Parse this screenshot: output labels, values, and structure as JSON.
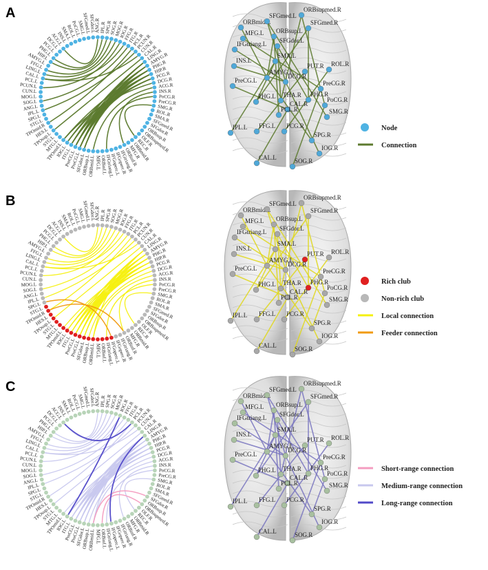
{
  "ring_regions": [
    "ANG.R",
    "IPL.R",
    "SPG.R",
    "SOG.R",
    "MOG.R",
    "IOG.R",
    "FFG.R",
    "ITG.R",
    "PCL.R",
    "PCUN.R",
    "CUN.R",
    "CAL.R",
    "LING.R",
    "AMYG.R",
    "PHG.R",
    "HIP.R",
    "PCG.R",
    "DCG.R",
    "ACG.R",
    "INS.R",
    "PoCG.R",
    "PreCG.R",
    "SMG.R",
    "ROL.R",
    "SMA.R",
    "SFGmed.R",
    "SFGdor.R",
    "ORBsup.R",
    "ORBsupmed.R",
    "OLF.R",
    "REC.R",
    "ORBmid.R",
    "MFG.R",
    "ORBinf.R",
    "IFGtriang.R",
    "IFGoperc.R",
    "IFGoperc.L",
    "IFGtriang.L",
    "ORBinf.L",
    "MFG.L",
    "ORBmid.L",
    "ORBsup.L",
    "SFGdor.L",
    "PreCG.L",
    "PreCG.L",
    "ITG.L",
    "IOG.L",
    "TPOmid.L",
    "MTG.L",
    "STG.L",
    "TPOsup.L",
    "HES.L",
    "TPOmid.R",
    "STG.L",
    "SPG.L",
    "IPL.L",
    "ANG.L",
    "SOG.L",
    "MOG.L",
    "CUN.L",
    "PCUN.L",
    "PCL.L",
    "CAL.L",
    "LING.L",
    "FFG.L",
    "AMYG.L",
    "HIP.L",
    "PHG.L",
    "PCG.L",
    "DCG.L",
    "ACG.L",
    "INS.L",
    "SMA.L",
    "ROL.L",
    "PoCG.L",
    "SMG.L",
    "SFGmed.L",
    "SFGdor.L"
  ],
  "brain_labels": [
    "ORBmid.L",
    "MFG.L",
    "IFGtriang.L",
    "ORBsup.L",
    "SFGdor.L",
    "SFGmed.L",
    "ORBsupmed.R",
    "SFGmed.R",
    "INS.L",
    "SMA.L",
    "PUT.R",
    "ROL.R",
    "PreCG.L",
    "AMYG.L",
    "DCG.R",
    "PreCG.R",
    "PHG.R",
    "PHG.L",
    "THA.R",
    "CAL.R",
    "PoCG.R",
    "PCL.R",
    "SMG.R",
    "IPL.L",
    "FFG.L",
    "PCG.R",
    "SPG.R",
    "IOG.R",
    "CAL.L",
    "SOG.R"
  ],
  "panels": [
    {
      "letter": "A",
      "legend": [
        {
          "label": "Node",
          "kind": "dot",
          "color": "#4fb3e3"
        },
        {
          "label": "Connection",
          "kind": "line",
          "color": "#5c7a2e"
        }
      ]
    },
    {
      "letter": "B",
      "legend": [
        {
          "label": "Rich club",
          "kind": "dot",
          "color": "#e02020"
        },
        {
          "label": "Non-rich club",
          "kind": "dot",
          "color": "#b8b8b8"
        },
        {
          "label": "Local connection",
          "kind": "line",
          "color": "#f5f010"
        },
        {
          "label": "Feeder connection",
          "kind": "line",
          "color": "#f09a10"
        }
      ]
    },
    {
      "letter": "C",
      "legend": [
        {
          "label": "Short-range connection",
          "kind": "line",
          "color": "#f49cc0"
        },
        {
          "label": "Medium-range connection",
          "kind": "line",
          "color": "#c8c8ee"
        },
        {
          "label": "Long-range connection",
          "kind": "line",
          "color": "#5048c8"
        }
      ]
    }
  ]
}
